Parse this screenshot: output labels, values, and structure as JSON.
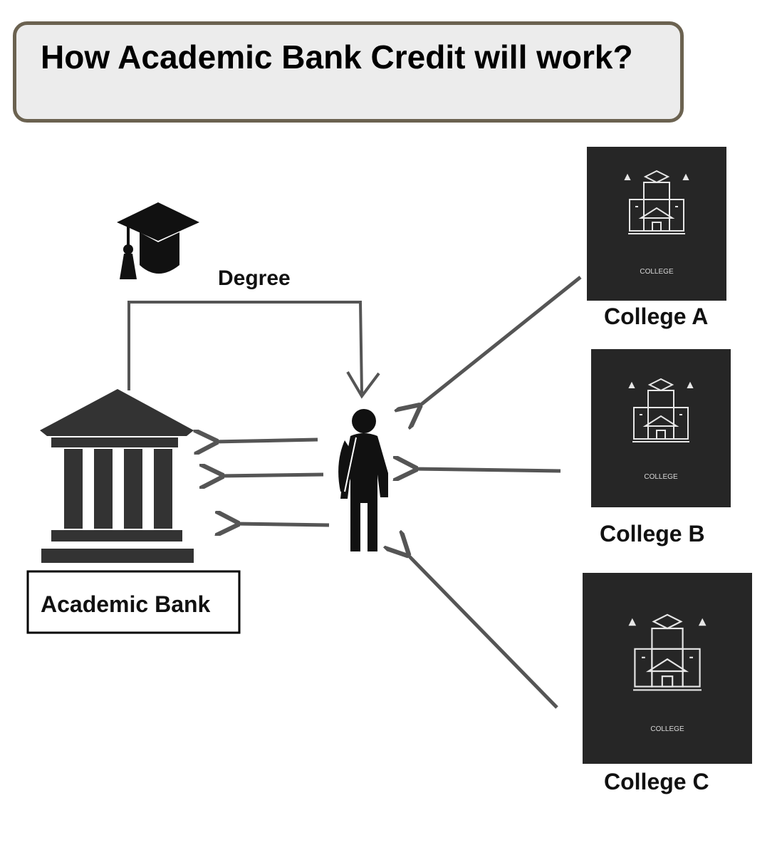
{
  "title": "How Academic Bank Credit will work?",
  "nodes": {
    "degree_label": "Degree",
    "bank_label": "Academic Bank",
    "colleges": [
      {
        "label": "College A",
        "tile_text": "COLLEGE"
      },
      {
        "label": "College B",
        "tile_text": "COLLEGE"
      },
      {
        "label": "College C",
        "tile_text": "COLLEGE"
      }
    ]
  },
  "colors": {
    "arrow": "#555555",
    "icon": "#333333",
    "tile_background": "#262626",
    "title_border": "#6b6250",
    "title_background": "#ececec"
  },
  "icons": [
    "graduation-cap-icon",
    "bank-building-icon",
    "student-icon",
    "college-building-icon"
  ]
}
